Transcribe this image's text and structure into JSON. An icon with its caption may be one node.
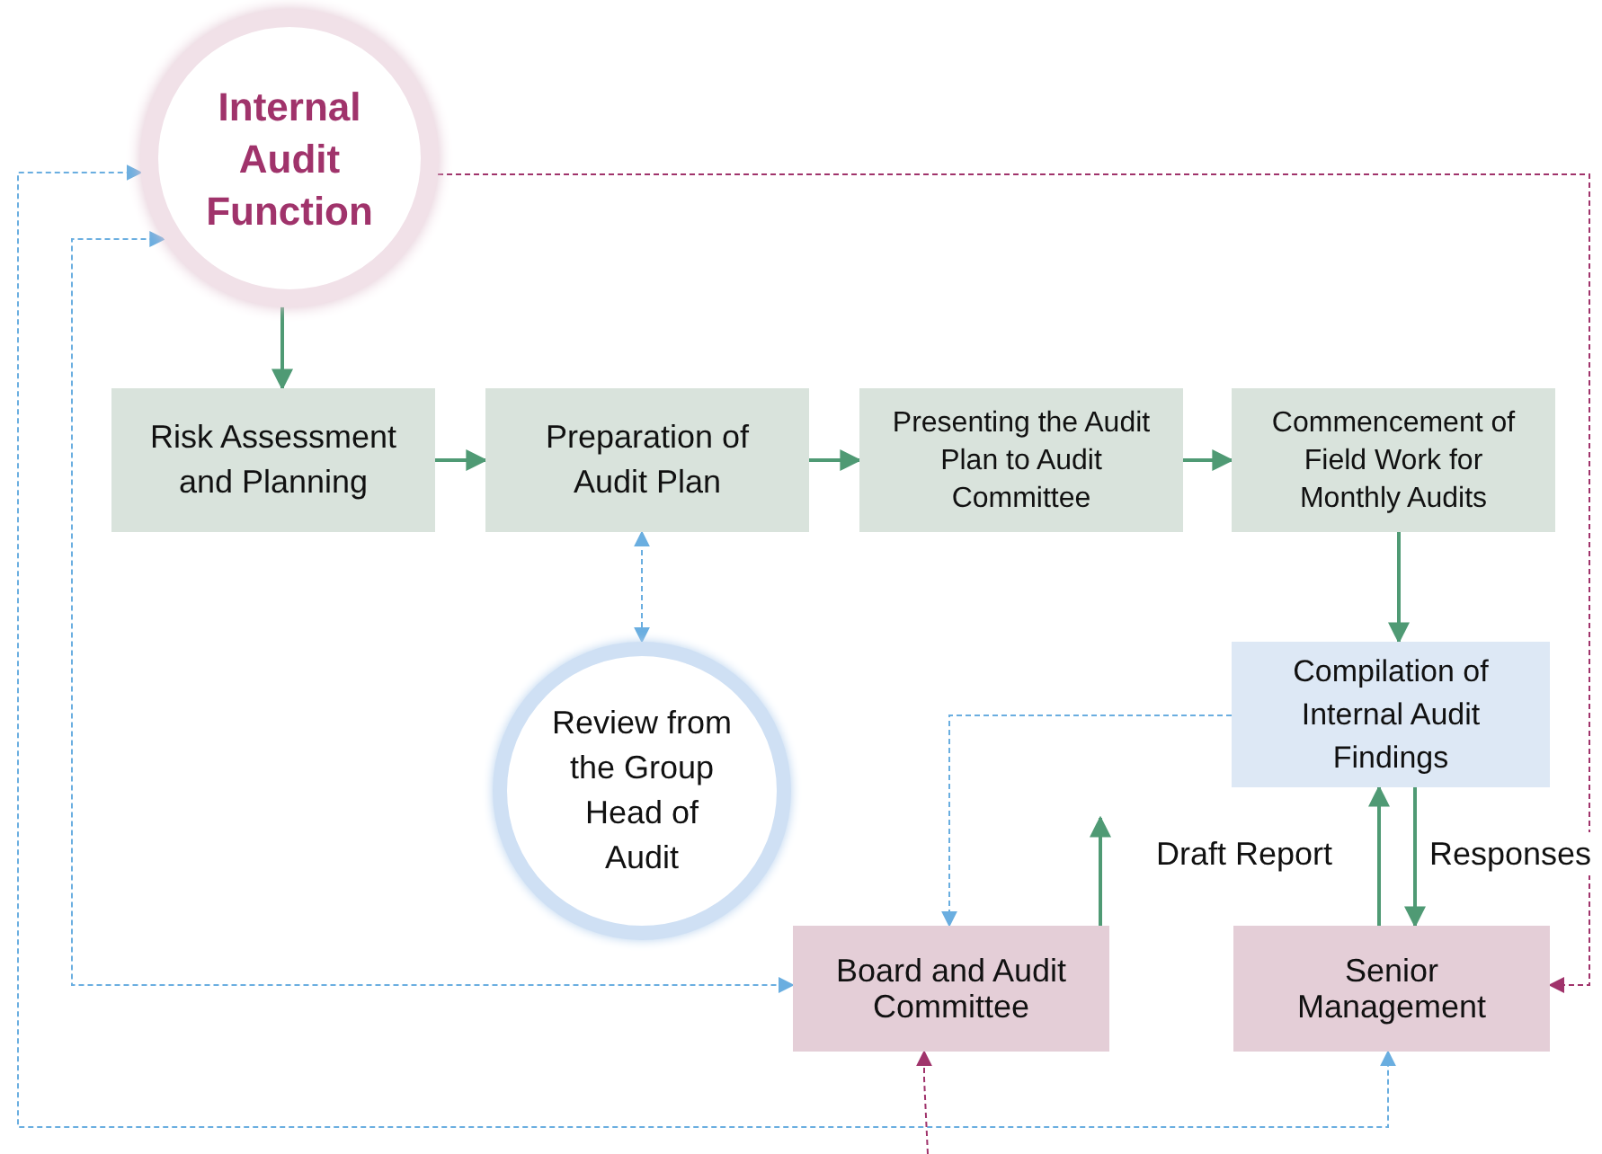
{
  "diagram": {
    "nodes": [
      {
        "text": [
          "Internal Audit Function"
        ]
      },
      {
        "text": [
          "Risk Assessment and Planning"
        ]
      },
      {
        "text": [
          "Preparation of Audit Plan"
        ]
      },
      {
        "text": [
          "Presenting the Audit Plan to Audit Committee"
        ]
      },
      {
        "text": [
          "Commencement of Field Work for Monthly Audits"
        ]
      },
      {
        "text": [
          "Compilation of Internal Audit Findings"
        ]
      },
      {
        "text": [
          "Review from the Group Head of Audit"
        ]
      },
      {
        "text": [
          "Board and Audit Committee"
        ]
      },
      {
        "text": [
          "Senior Management"
        ]
      }
    ],
    "edges": [
      {
        "from": 0,
        "to": 1,
        "arrow": "to"
      },
      {
        "from": 1,
        "to": 2,
        "arrow": "to"
      },
      {
        "from": 2,
        "to": 3,
        "arrow": "to"
      },
      {
        "from": 3,
        "to": 4,
        "arrow": "to"
      },
      {
        "from": 4,
        "to": 5,
        "arrow": "to"
      },
      {
        "from": 2,
        "to": 6,
        "arrow": "both",
        "style": "dashed",
        "color": "#6aaee0"
      },
      {
        "from": 5,
        "to": 7,
        "arrow": "to",
        "style": "dashed",
        "color": "#6aaee0"
      },
      {
        "from": 8,
        "to": 5,
        "arrow": "to",
        "label": "Draft Report"
      },
      {
        "from": 5,
        "to": 8,
        "arrow": "to",
        "label": "Responses"
      },
      {
        "from": 7,
        "to": null,
        "arrow": "to"
      },
      {
        "from": 0,
        "to": 7,
        "arrow": "both",
        "style": "dashed",
        "color": "#6aaee0"
      },
      {
        "from": 0,
        "to": 8,
        "arrow": "both",
        "style": "dashed",
        "color": "#6aaee0"
      },
      {
        "from": 0,
        "to": 8,
        "arrow": "to",
        "style": "dashed",
        "color": "#a0336b"
      },
      {
        "from": null,
        "to": 7,
        "arrow": "to",
        "style": "dashed",
        "color": "#a0336b"
      }
    ]
  }
}
